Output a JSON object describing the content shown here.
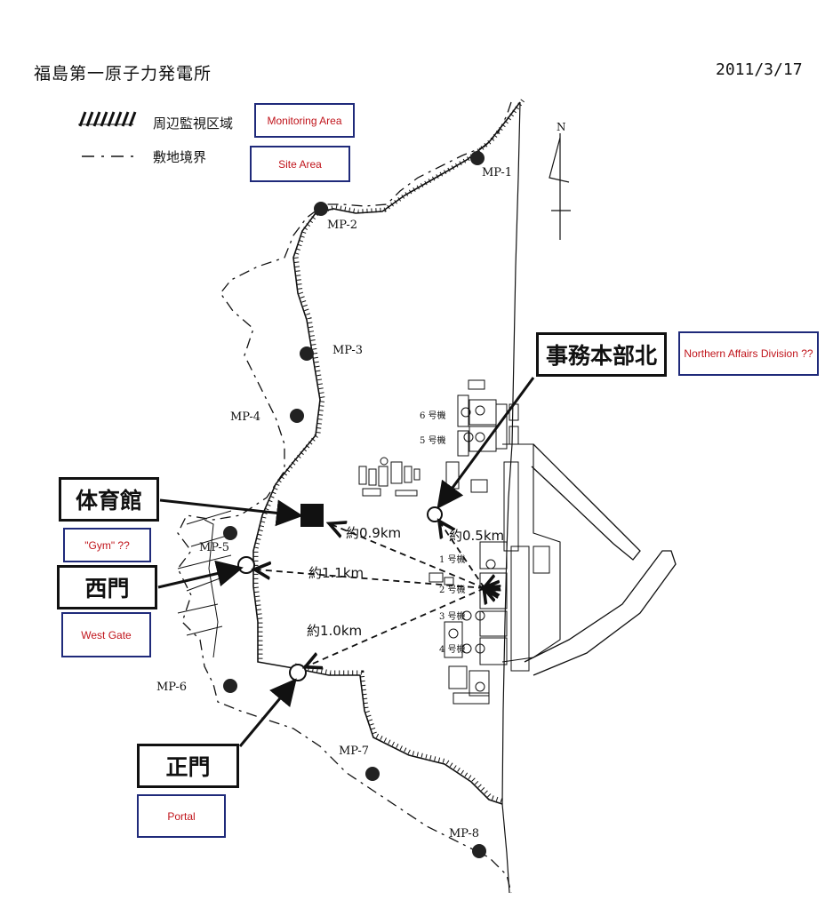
{
  "title": "福島第一原子力発電所",
  "date": "2011/3/17",
  "legend": {
    "monitoring_area_label": "周辺監視区域",
    "site_boundary_label": "敷地境界"
  },
  "translations": {
    "monitoring_area": "Monitoring Area",
    "site_area": "Site Area",
    "northern_affairs": "Northern Affairs Division ??",
    "gym": "\"Gym\" ??",
    "west_gate": "West  Gate",
    "portal": "Portal"
  },
  "locations": {
    "office_north": "事務本部北",
    "gym": "体育館",
    "west_gate": "西門",
    "main_gate": "正門"
  },
  "compass": "N",
  "monitoring_posts": [
    "MP-1",
    "MP-2",
    "MP-3",
    "MP-4",
    "MP-5",
    "MP-6",
    "MP-7",
    "MP-8"
  ],
  "distances": {
    "gym": "約0.9km",
    "office_north": "約0.5km",
    "west_gate": "約1.1km",
    "main_gate": "約1.0km"
  },
  "units": {
    "u1": "1 号機",
    "u2": "2 号機",
    "u3": "3 号機",
    "u4": "4 号機",
    "u5": "5 号機",
    "u6": "6 号機"
  },
  "colors": {
    "translation_border": "#1f2a7a",
    "translation_text": "#c0141b",
    "line": "#111111"
  }
}
